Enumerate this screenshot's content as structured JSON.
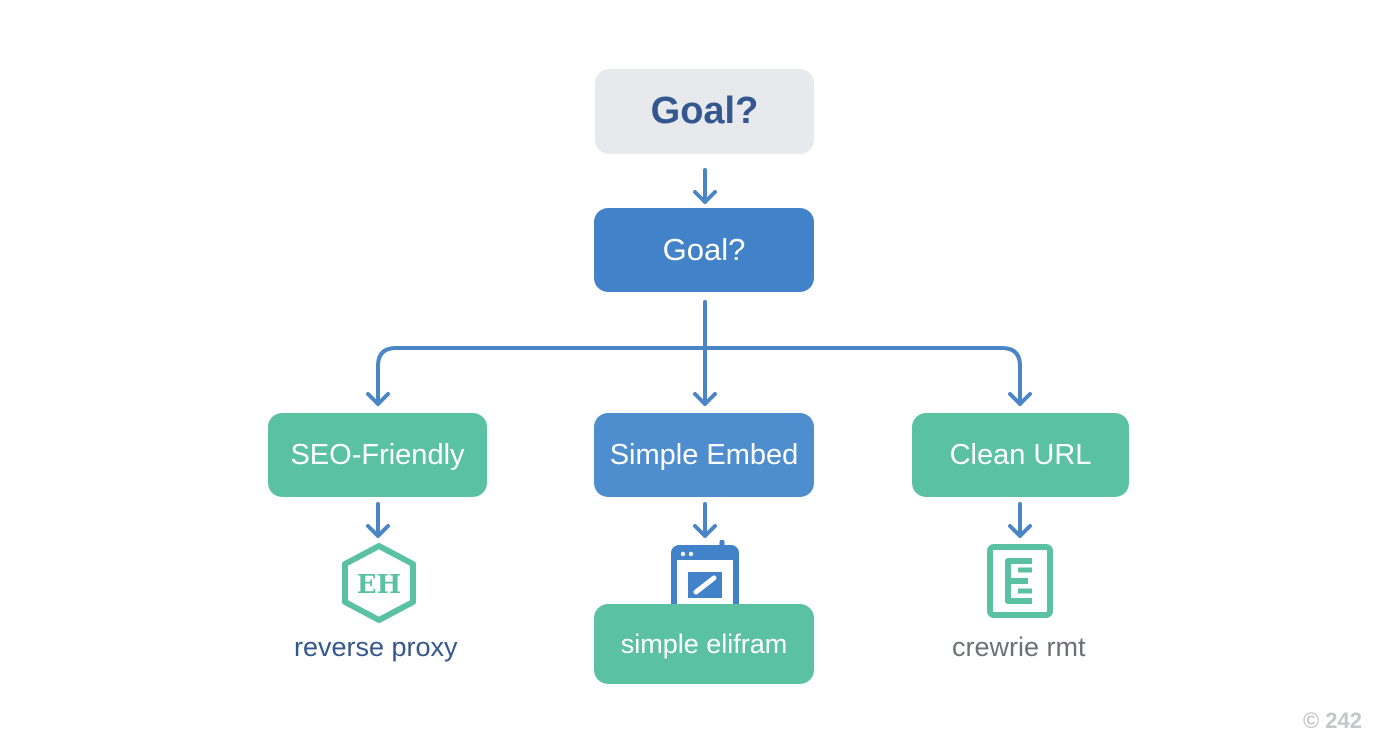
{
  "nodes": {
    "root": "Goal?",
    "goal": "Goal?",
    "branches": [
      "SEO-Friendly",
      "Simple Embed",
      "Clean URL"
    ],
    "iframe_option": "simple elifram"
  },
  "captions": {
    "proxy": "reverse proxy",
    "rewrite": "crewrie rmt"
  },
  "icons": {
    "proxy": "hexagon-eh-icon",
    "embed": "browser-window-icon",
    "rewrite": "rewrite-document-icon"
  },
  "icon_text": {
    "proxy": "EH"
  },
  "watermark": "© 242",
  "colors": {
    "connector": "#4a86c5",
    "green": "#5bc1a3",
    "blue": "#4282c8",
    "root_bg": "#e8e9ec",
    "root_text": "#35578f"
  }
}
